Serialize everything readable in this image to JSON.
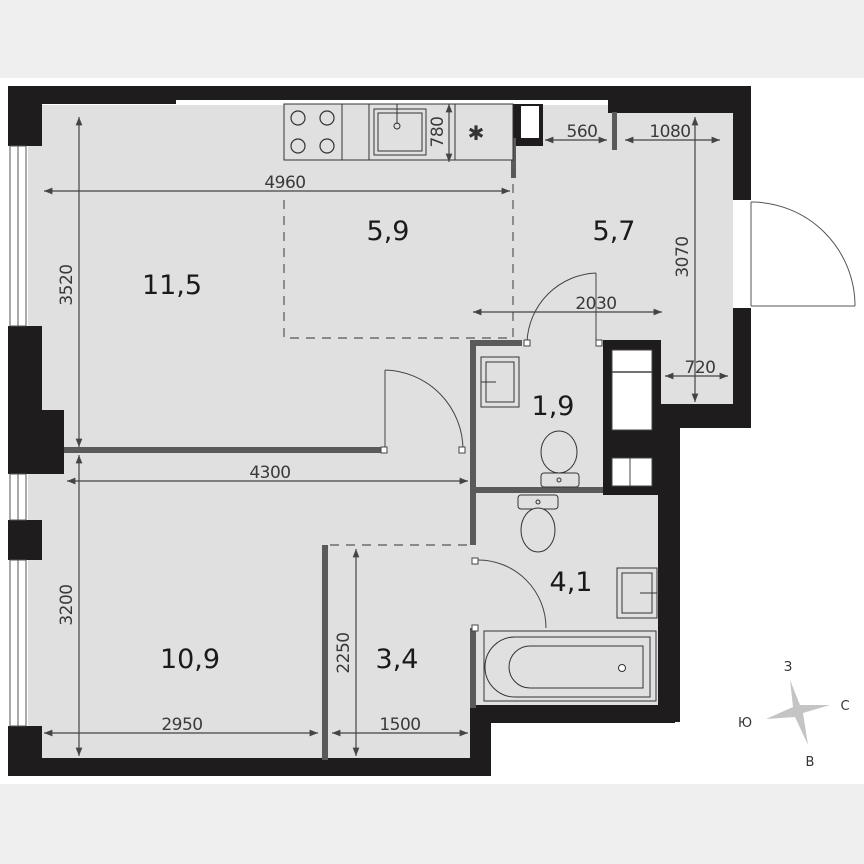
{
  "plan": {
    "background_color": "#efefef",
    "panel_color": "#ffffff",
    "floor_color": "#e0e0e0",
    "wall_color": "#1e1c1d",
    "partition_color": "#5a5a5a"
  },
  "rooms": [
    {
      "id": "living-room",
      "area": "11,5"
    },
    {
      "id": "kitchen",
      "area": "5,9"
    },
    {
      "id": "hallway",
      "area": "5,7"
    },
    {
      "id": "toilet",
      "area": "1,9"
    },
    {
      "id": "bathroom",
      "area": "4,1"
    },
    {
      "id": "bedroom",
      "area": "10,9"
    },
    {
      "id": "wardrobe",
      "area": "3,4"
    }
  ],
  "dimensions": {
    "living_width": "4960",
    "living_height": "3520",
    "kitchen_depth": "780",
    "hall_niche": "560",
    "hall_top": "1080",
    "hall_height": "3070",
    "hall_width": "2030",
    "hall_bottom": "720",
    "corridor_width": "4300",
    "bedroom_height": "3200",
    "bedroom_width": "2950",
    "wardrobe_height": "2250",
    "wardrobe_width": "1500"
  },
  "compass": {
    "north": "С",
    "south": "Ю",
    "west": "З",
    "east": "В"
  }
}
